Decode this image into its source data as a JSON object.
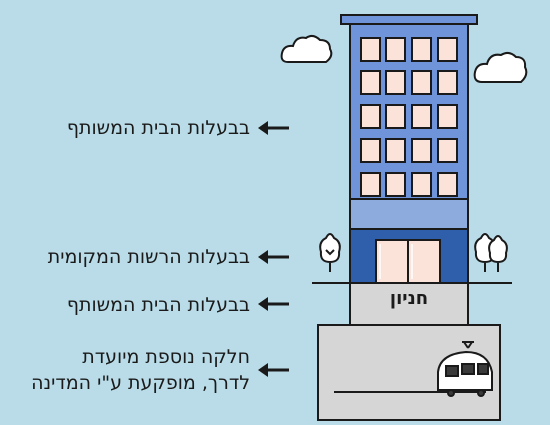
{
  "labels": {
    "building_ownership": "בבעלות הבית המשותף",
    "local_authority": "בבעלות הרשות המקומית",
    "parking_ownership": "בבעלות הבית המשותף",
    "extra_plot_line1": "חלקה נוספת מיועדת",
    "extra_plot_line2": "לדרך, מופקעת ע\"י המדינה"
  },
  "parking_label": "חניון",
  "colors": {
    "background": "#b9dce8",
    "building": "#6f94d9",
    "building_floor": "#8eabdd",
    "ground_floor": "#2f5eaa",
    "underground": "#d6d6d6",
    "outline": "#1a1a1a"
  },
  "icons": {
    "arrow": "left-arrow-icon",
    "train": "train-icon",
    "tree": "tree-icon",
    "cloud": "cloud-icon"
  }
}
